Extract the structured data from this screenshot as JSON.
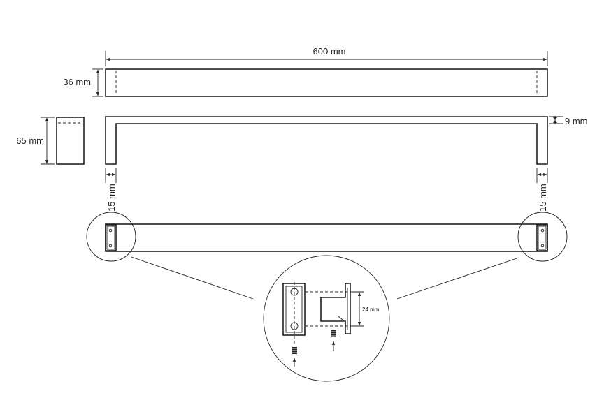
{
  "dimensions": {
    "overall_length": "600 mm",
    "bar_width": "36 mm",
    "depth": "65 mm",
    "bar_thickness": "9 mm",
    "leg_width_left": "15 mm",
    "leg_width_right": "15 mm",
    "hole_spacing": "24 mm"
  },
  "colors": {
    "line": "#231f20",
    "background": "#ffffff"
  }
}
